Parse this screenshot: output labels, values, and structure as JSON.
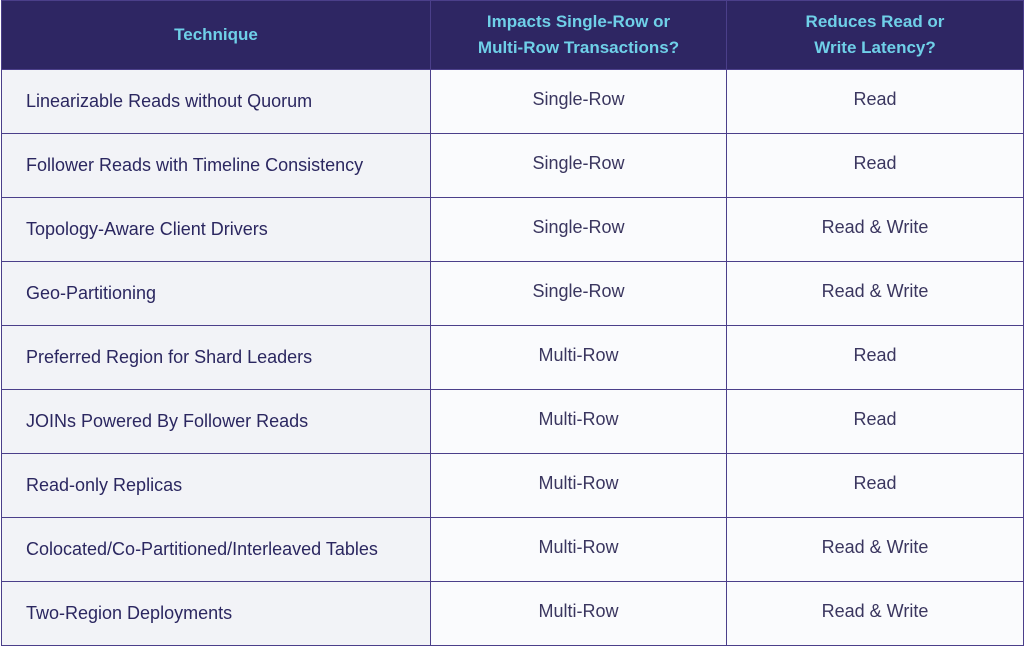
{
  "table": {
    "headers": {
      "technique": "Technique",
      "scope_line1": "Impacts Single-Row or",
      "scope_line2": "Multi-Row Transactions?",
      "latency_line1": "Reduces Read or",
      "latency_line2": "Write Latency?"
    },
    "rows": [
      {
        "technique": "Linearizable Reads without Quorum",
        "scope": "Single-Row",
        "latency": "Read"
      },
      {
        "technique": "Follower Reads with Timeline Consistency",
        "scope": "Single-Row",
        "latency": "Read"
      },
      {
        "technique": "Topology-Aware Client Drivers",
        "scope": "Single-Row",
        "latency": "Read & Write"
      },
      {
        "technique": "Geo-Partitioning",
        "scope": "Single-Row",
        "latency": "Read & Write"
      },
      {
        "technique": "Preferred Region for Shard Leaders",
        "scope": "Multi-Row",
        "latency": "Read"
      },
      {
        "technique": "JOINs Powered By Follower Reads",
        "scope": "Multi-Row",
        "latency": "Read"
      },
      {
        "technique": "Read-only Replicas",
        "scope": "Multi-Row",
        "latency": "Read"
      },
      {
        "technique": "Colocated/Co-Partitioned/Interleaved Tables",
        "scope": "Multi-Row",
        "latency": "Read & Write"
      },
      {
        "technique": "Two-Region Deployments",
        "scope": "Multi-Row",
        "latency": "Read & Write"
      }
    ],
    "colors": {
      "header_bg": "#2e2663",
      "header_text": "#6fd0e8",
      "border": "#4b3f8a",
      "first_col_bg": "#f2f3f7",
      "body_text": "#2e2a5e"
    }
  }
}
